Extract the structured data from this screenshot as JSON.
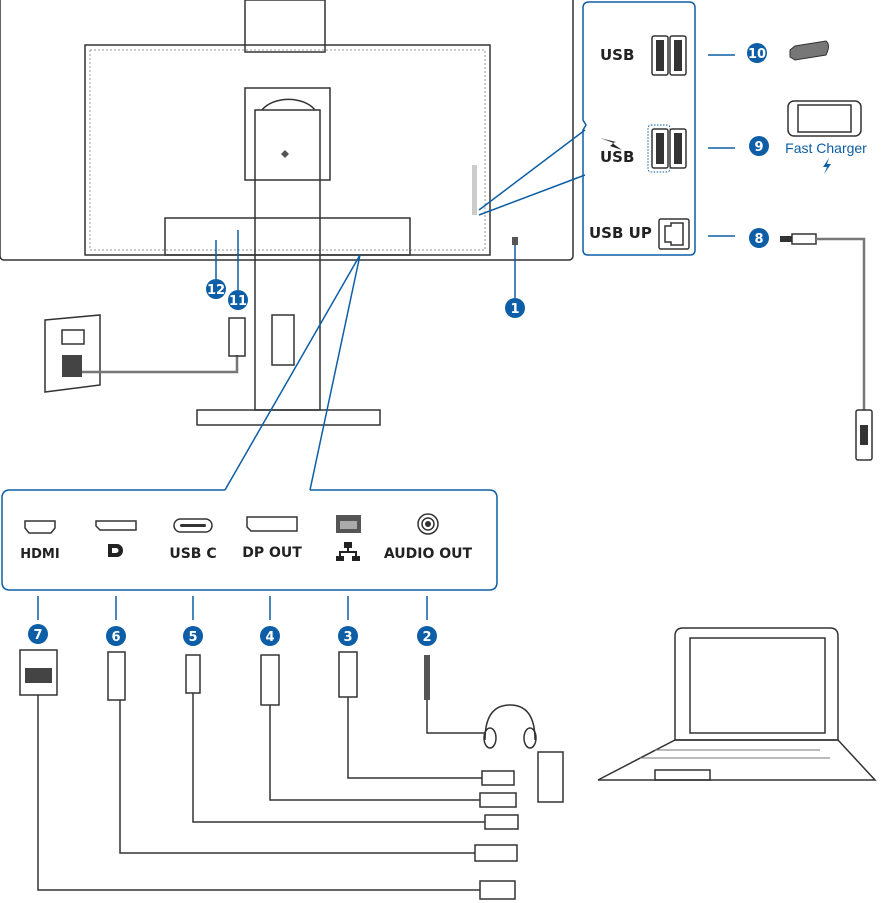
{
  "colors": {
    "accent": "#0d5ea6",
    "line": "#333333",
    "cable": "#777777"
  },
  "top_panel": {
    "usb_label": "USB",
    "usb_fast_label": "USB",
    "usb_up_label": "USB UP",
    "fast_charger_label": "Fast Charger",
    "icons": [
      "usb-a-port-icon",
      "lightning-icon",
      "usb-b-port-icon",
      "usb-stick-icon",
      "smartphone-icon",
      "usb-b-cable-icon"
    ]
  },
  "bottom_panel": {
    "ports": [
      {
        "label": "HDMI",
        "icon": "hdmi-port-icon",
        "callout": "7"
      },
      {
        "label": "",
        "icon": "displayport-logo-icon",
        "callout": "6"
      },
      {
        "label": "USB C",
        "icon": "usb-c-port-icon",
        "callout": "5"
      },
      {
        "label": "DP OUT",
        "icon": "displayport-out-icon",
        "callout": "4"
      },
      {
        "label": "",
        "icon": "ethernet-icon",
        "callout": "3"
      },
      {
        "label": "AUDIO OUT",
        "icon": "audio-jack-icon",
        "callout": "2"
      }
    ]
  },
  "callouts": {
    "c1": "1",
    "c2": "2",
    "c3": "3",
    "c4": "4",
    "c5": "5",
    "c6": "6",
    "c7": "7",
    "c8": "8",
    "c9": "9",
    "c10": "10",
    "c11": "11",
    "c12": "12"
  }
}
